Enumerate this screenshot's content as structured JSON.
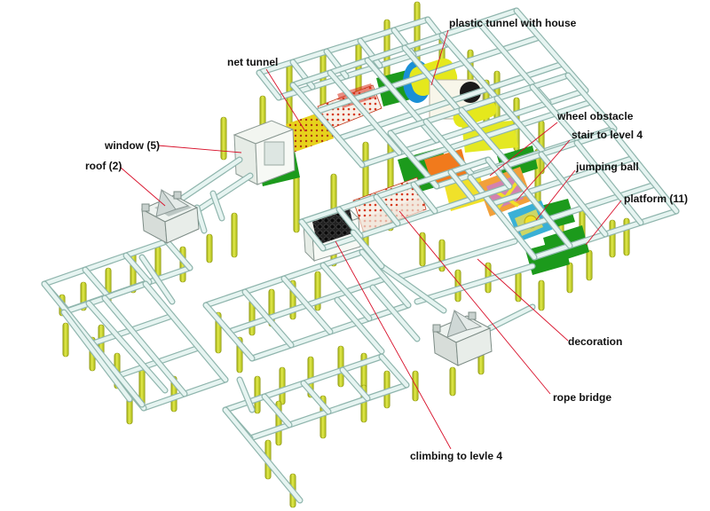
{
  "labels": {
    "plastic_tunnel": "plastic tunnel with house",
    "net_tunnel": "net tunnel",
    "window": "window (5)",
    "roof": "roof (2)",
    "wheel_obstacle": "wheel obstacle",
    "stair": "stair to level 4",
    "jumping_ball": "jumping ball",
    "platform": "platform (11)",
    "decoration": "decoration",
    "rope_bridge": "rope bridge",
    "climbing": "climbing to levle 4"
  },
  "colors": {
    "frame": "#e6f4f1",
    "frame_edge": "#8fb5ad",
    "post": "#c9d32a",
    "platform_green": "#1c9a1c",
    "leader_line": "#d8102a",
    "panel": "#f2f5f0"
  }
}
